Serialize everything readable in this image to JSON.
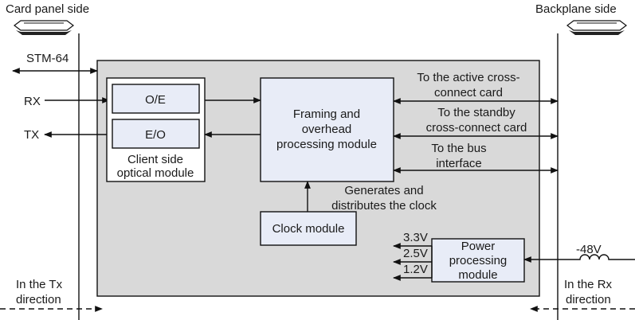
{
  "labels": {
    "card_panel_side": "Card panel side",
    "backplane_side": "Backplane side",
    "stm64": "STM-64",
    "rx": "RX",
    "tx": "TX",
    "oe": "O/E",
    "eo": "E/O",
    "client_line1": "Client side",
    "client_line2": "optical module",
    "framing_line1": "Framing and",
    "framing_line2": "overhead",
    "framing_line3": "processing module",
    "active_line1": "To the active cross-",
    "active_line2": "connect card",
    "standby_line1": "To the standby",
    "standby_line2": "cross-connect card",
    "bus_line1": "To the bus",
    "bus_line2": "interface",
    "clock_gen_line1": "Generates and",
    "clock_gen_line2": "distributes the clock",
    "clock_module": "Clock module",
    "v33": "3.3V",
    "v25": "2.5V",
    "v12": "1.2V",
    "power_line1": "Power",
    "power_line2": "processing",
    "power_line3": "module",
    "neg48": "-48V",
    "tx_dir_line1": "In the Tx",
    "tx_dir_line2": "direction",
    "rx_dir_line1": "In the Rx",
    "rx_dir_line2": "direction"
  },
  "colors": {
    "board_fill": "#d9d9d9",
    "module_fill": "#e8ecf7",
    "white_box": "#ffffff",
    "line": "#111111"
  }
}
